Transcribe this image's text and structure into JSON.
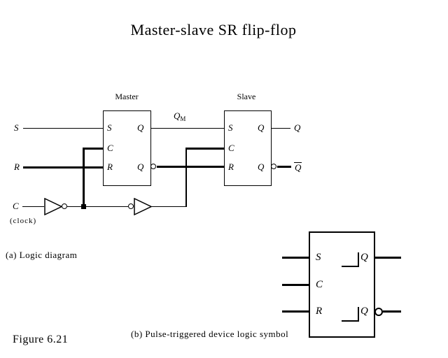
{
  "title": "Master-slave SR flip-flop",
  "logic": {
    "master_label": "Master",
    "slave_label": "Slave",
    "qm": {
      "base": "Q",
      "sub": "M"
    },
    "left": {
      "s": "S",
      "r": "R",
      "c": "C",
      "clock": "(clock)"
    },
    "master": {
      "s": "S",
      "c": "C",
      "r": "R",
      "q": "Q",
      "qb": "Q"
    },
    "slave": {
      "s": "S",
      "c": "C",
      "r": "R",
      "q": "Q",
      "qb": "Q"
    },
    "out": {
      "q": "Q",
      "qb": "Q"
    }
  },
  "symbol": {
    "s": "S",
    "c": "C",
    "r": "R",
    "q_top": "Q",
    "q_bottom": "Q"
  },
  "captions": {
    "a": "(a) Logic diagram",
    "b": "(b) Pulse-triggered device logic symbol",
    "figure": "Figure 6.21"
  },
  "colors": {
    "ink": "#000000",
    "paper": "#ffffff"
  }
}
